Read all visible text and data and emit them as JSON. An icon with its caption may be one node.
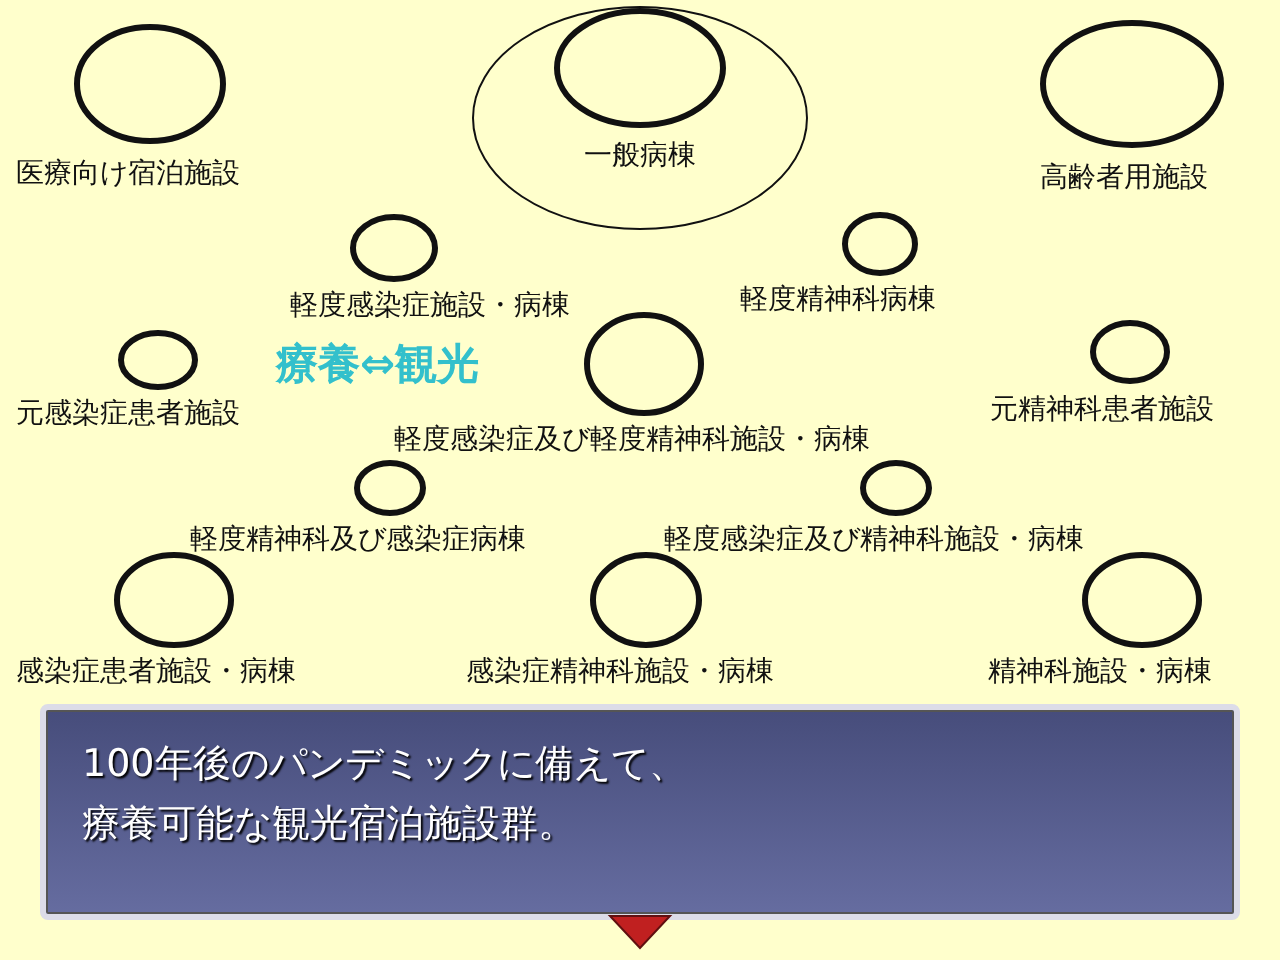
{
  "diagram": {
    "nodes": [
      {
        "text": [
          "一般病棟"
        ]
      },
      {
        "text": [],
        "shape": "circle",
        "in": 0
      },
      {
        "text": [
          "医療向け宿泊施設"
        ]
      },
      {
        "text": [
          "高齢者用施設"
        ]
      },
      {
        "text": [
          "軽度感染症施設・病棟"
        ]
      },
      {
        "text": [
          "軽度精神科病棟"
        ]
      },
      {
        "text": [
          "元感染症患者施設"
        ]
      },
      {
        "text": [
          "軽度感染症及び軽度精神科施設・病棟"
        ]
      },
      {
        "text": [
          "元精神科患者施設"
        ]
      },
      {
        "text": [
          "軽度精神科及び感染症病棟"
        ]
      },
      {
        "text": [
          "軽度感染症及び精神科施設・病棟"
        ]
      },
      {
        "text": [
          "感染症患者施設・病棟"
        ]
      },
      {
        "text": [
          "感染症精神科施設・病棟"
        ]
      },
      {
        "text": [
          "精神科施設・病棟"
        ]
      },
      {
        "text": [
          "100年後のパンデミックに備えて、療養可能な観光宿泊施設群。"
        ]
      }
    ],
    "edges": [],
    "labels": [
      "療養⇔観光"
    ]
  }
}
